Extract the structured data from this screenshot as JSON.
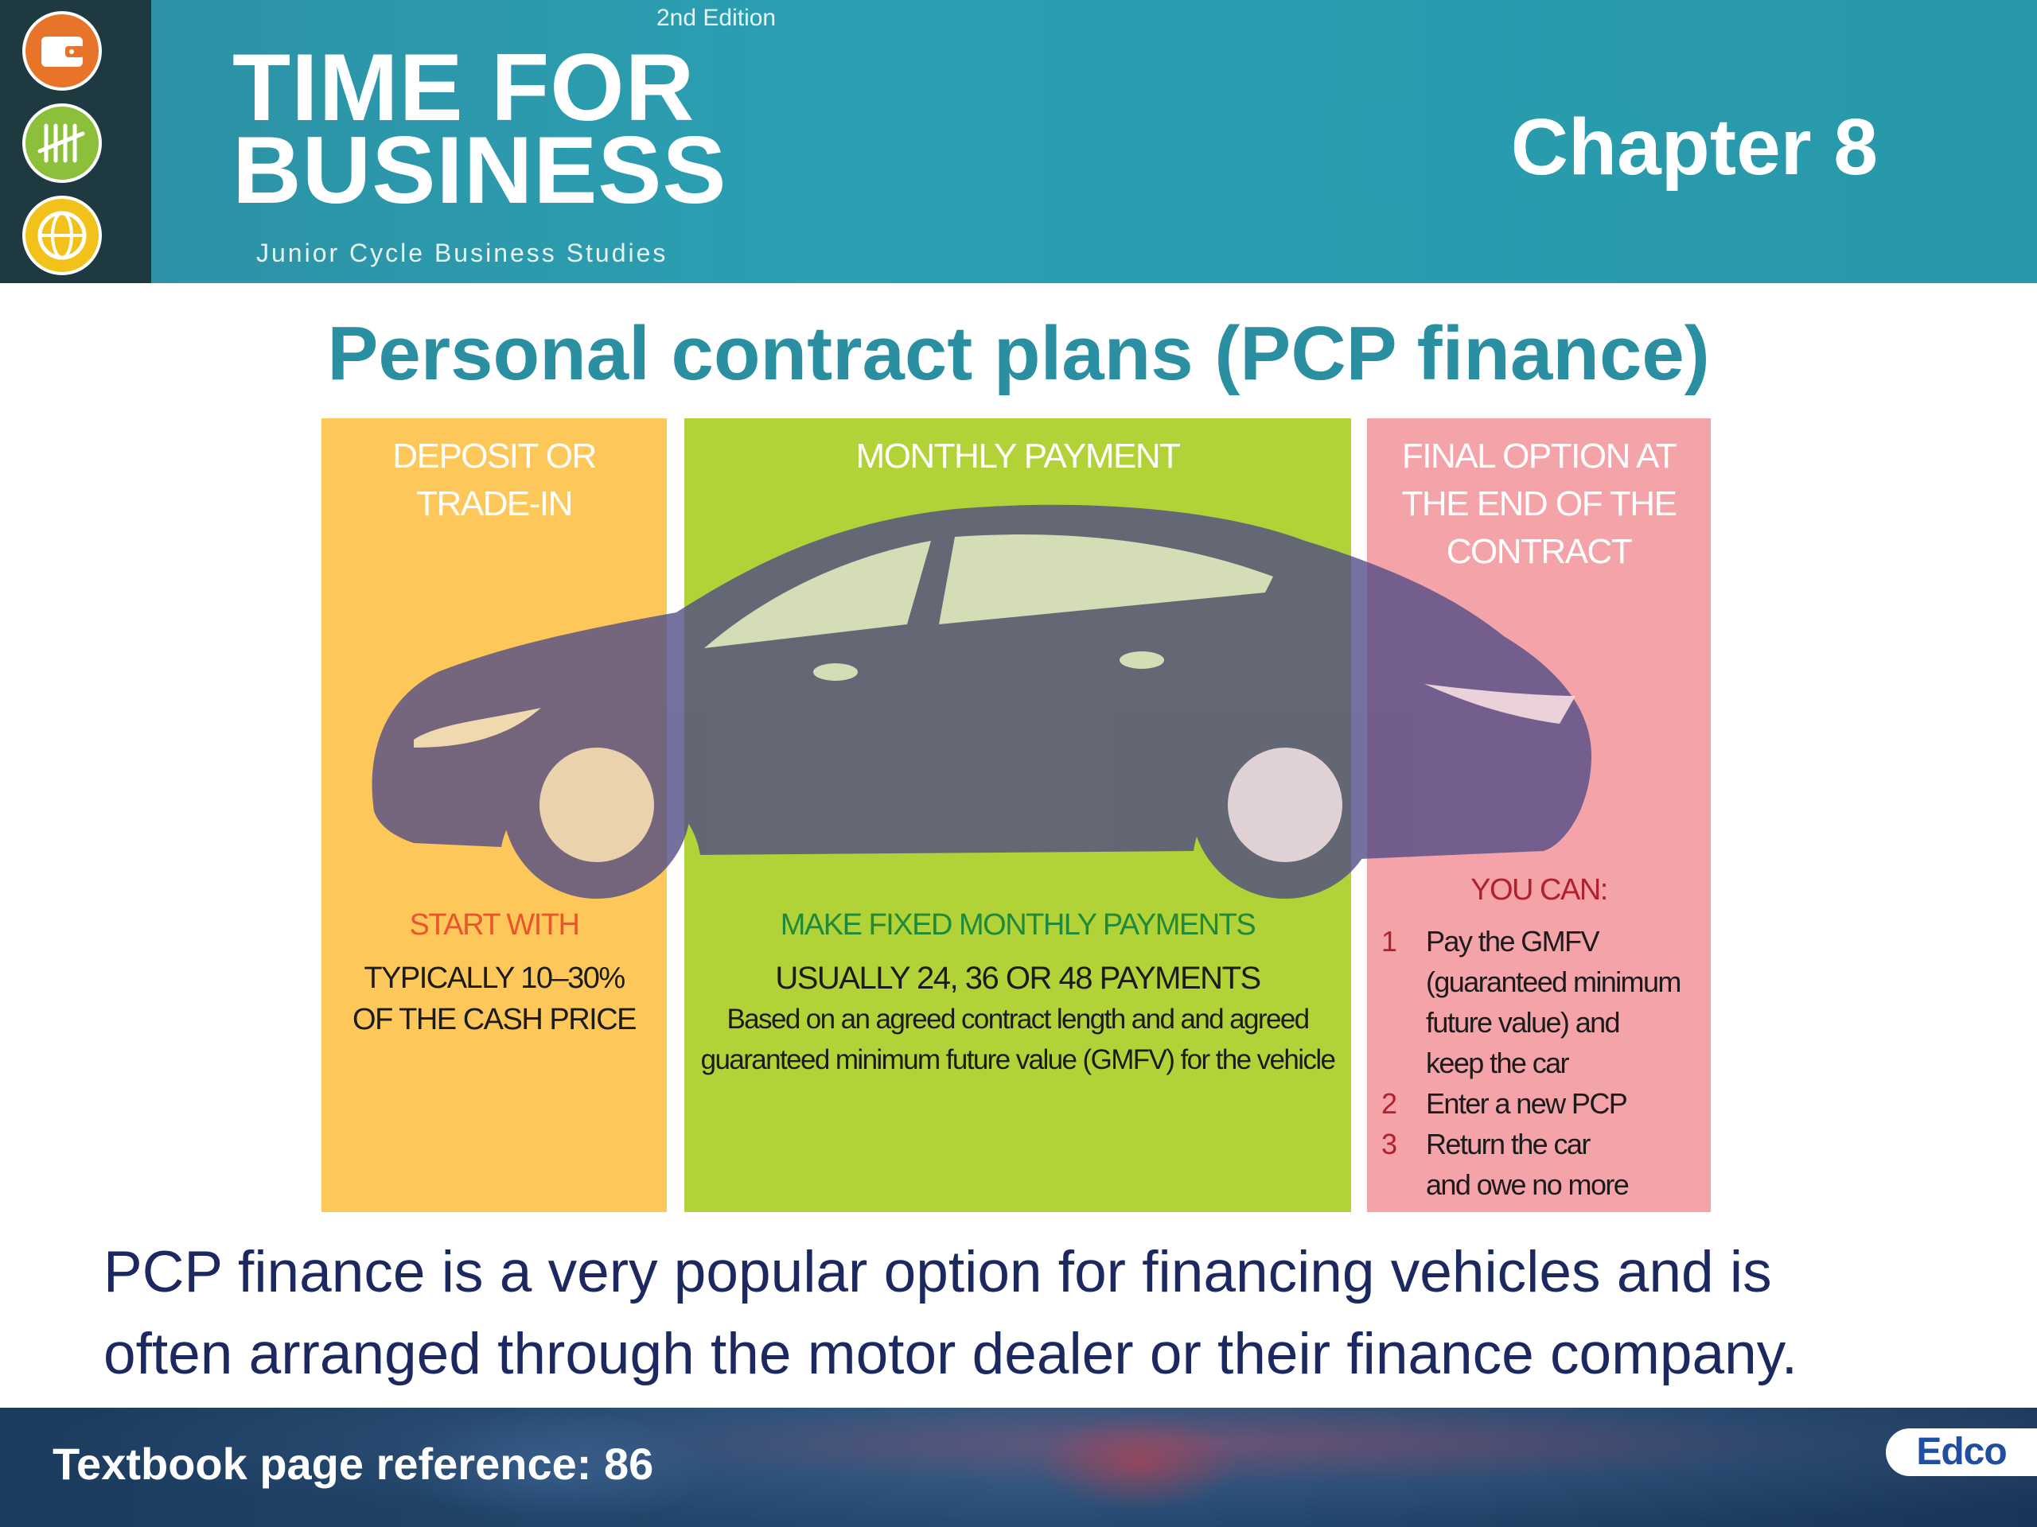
{
  "header": {
    "edition": "2nd Edition",
    "brand_line1": "TIME FOR",
    "brand_line2": "BUSINESS",
    "brand_subtitle": "Junior Cycle Business Studies",
    "chapter": "Chapter 8",
    "icons": [
      "wallet-icon",
      "tally-icon",
      "globe-euro-icon"
    ]
  },
  "slide": {
    "title": "Personal contract plans (PCP finance)"
  },
  "infographic": {
    "deposit": {
      "heading_line1": "DEPOSIT OR",
      "heading_line2": "TRADE-IN",
      "label": "START WITH",
      "body_line1": "TYPICALLY 10–30%",
      "body_line2": "OF THE CASH PRICE",
      "color": "#fdc75a"
    },
    "monthly": {
      "heading": "MONTHLY PAYMENT",
      "label": "MAKE FIXED MONTHLY PAYMENTS",
      "body": "USUALLY 24, 36 OR 48 PAYMENTS",
      "note_line1": "Based on an agreed contract length and and agreed",
      "note_line2": "guaranteed minimum future value (GMFV) for the vehicle",
      "color": "#b1d338"
    },
    "final": {
      "heading_line1": "FINAL OPTION AT",
      "heading_line2": "THE END OF THE",
      "heading_line3": "CONTRACT",
      "label": "YOU CAN:",
      "options": [
        {
          "num": "1",
          "line1": "Pay the GMFV",
          "line2": "(guaranteed minimum",
          "line3": "future value) and",
          "line4": "keep the car"
        },
        {
          "num": "2",
          "line1": "Enter a new PCP"
        },
        {
          "num": "3",
          "line1": "Return the car",
          "line2": "and owe no more"
        }
      ],
      "color": "#f4a3a9"
    },
    "car_color": "#4e4a86"
  },
  "body": {
    "line1": "PCP finance is a very popular option for financing vehicles and is",
    "line2": "often arranged through the motor dealer or their finance company."
  },
  "footer": {
    "page_reference": "Textbook page reference: 86",
    "publisher": "Edco"
  }
}
